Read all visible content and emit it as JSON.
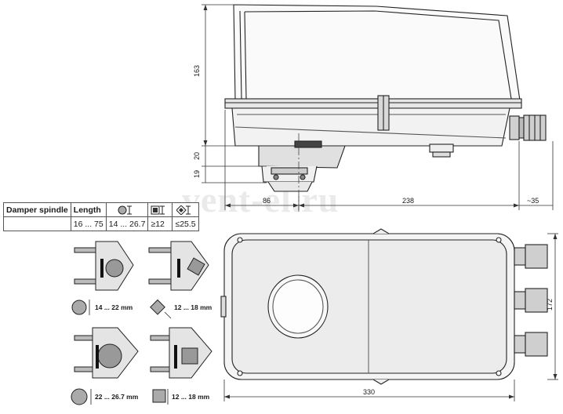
{
  "dimensions": {
    "height_top": "163",
    "gap_20": "20",
    "gap_19": "19",
    "width_86": "86",
    "width_238": "238",
    "offset_35": "~35",
    "length_330": "330",
    "depth_172": "172"
  },
  "table": {
    "header_spindle": "Damper spindle",
    "header_length": "Length",
    "length_value": "16 ... 75",
    "round_value": "14 ... 26.7",
    "square_value": "≥12",
    "diamond_value": "≤25.5"
  },
  "clamps": {
    "round_small": "14 ... 22 mm",
    "square_small": "12 ... 18 mm",
    "round_large": "22 ... 26.7 mm",
    "square_large": "12 ... 18 mm"
  },
  "watermark": "vent-el.ru"
}
